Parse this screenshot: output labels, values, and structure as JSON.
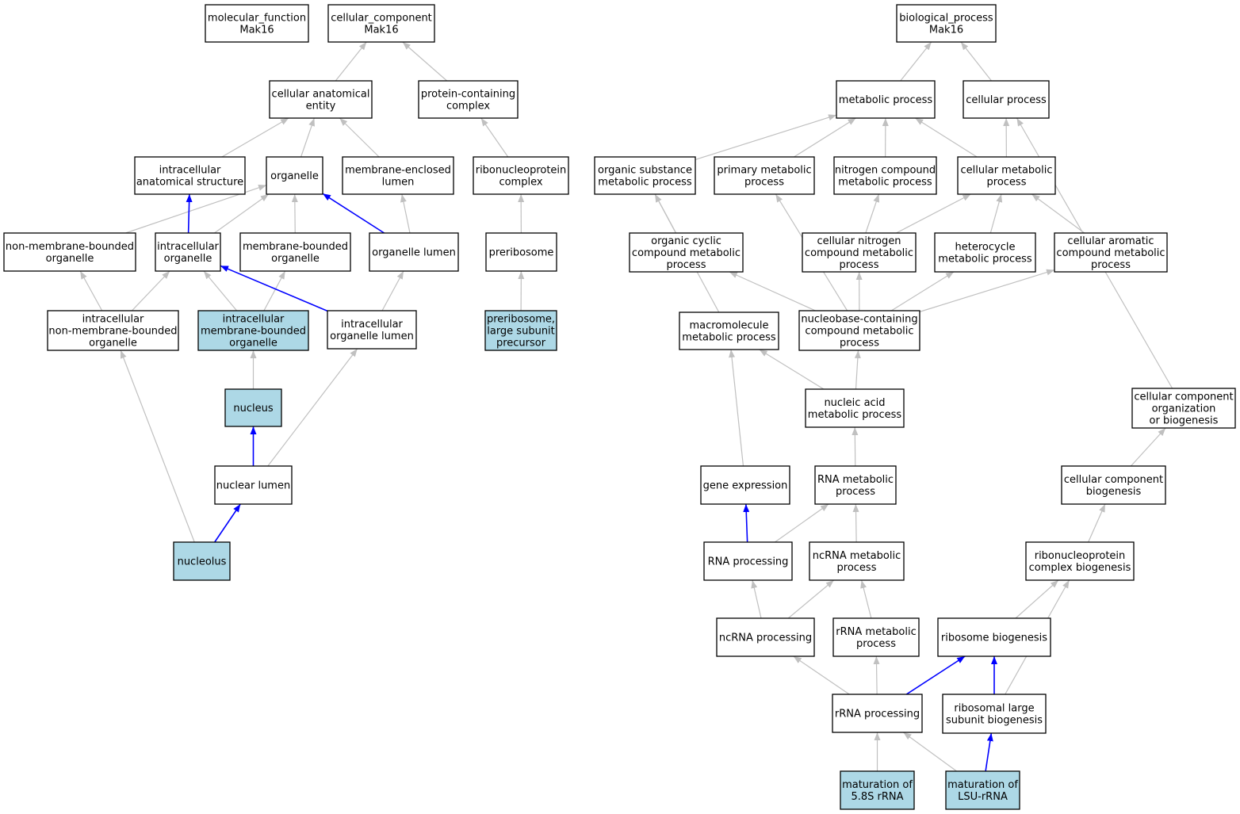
{
  "colors": {
    "node_fill": "#ffffff",
    "highlight_fill": "#add8e6",
    "edge_gray": "#c0c0c0",
    "edge_blue": "#0000ff"
  },
  "nodes": [
    {
      "id": "mf_root",
      "lines": [
        "molecular_function",
        "Mak16"
      ],
      "highlight": false
    },
    {
      "id": "cc_root",
      "lines": [
        "cellular_component",
        "Mak16"
      ],
      "highlight": false
    },
    {
      "id": "bp_root",
      "lines": [
        "biological_process",
        "Mak16"
      ],
      "highlight": false
    },
    {
      "id": "cellular_anatomical_entity",
      "lines": [
        "cellular anatomical",
        "entity"
      ],
      "highlight": false
    },
    {
      "id": "protein_containing_complex",
      "lines": [
        "protein-containing",
        "complex"
      ],
      "highlight": false
    },
    {
      "id": "intracellular_anatomical_structure",
      "lines": [
        "intracellular",
        "anatomical structure"
      ],
      "highlight": false
    },
    {
      "id": "organelle",
      "lines": [
        "organelle"
      ],
      "highlight": false
    },
    {
      "id": "membrane_enclosed_lumen",
      "lines": [
        "membrane-enclosed",
        "lumen"
      ],
      "highlight": false
    },
    {
      "id": "ribonucleoprotein_complex",
      "lines": [
        "ribonucleoprotein",
        "complex"
      ],
      "highlight": false
    },
    {
      "id": "non_membrane_bounded_organelle",
      "lines": [
        "non-membrane-bounded",
        "organelle"
      ],
      "highlight": false
    },
    {
      "id": "intracellular_organelle",
      "lines": [
        "intracellular",
        "organelle"
      ],
      "highlight": false
    },
    {
      "id": "membrane_bounded_organelle",
      "lines": [
        "membrane-bounded",
        "organelle"
      ],
      "highlight": false
    },
    {
      "id": "organelle_lumen",
      "lines": [
        "organelle lumen"
      ],
      "highlight": false
    },
    {
      "id": "preribosome",
      "lines": [
        "preribosome"
      ],
      "highlight": false
    },
    {
      "id": "intracellular_nmb_organelle",
      "lines": [
        "intracellular",
        "non-membrane-bounded",
        "organelle"
      ],
      "highlight": false
    },
    {
      "id": "intracellular_mb_organelle",
      "lines": [
        "intracellular",
        "membrane-bounded",
        "organelle"
      ],
      "highlight": true
    },
    {
      "id": "intracellular_organelle_lumen",
      "lines": [
        "intracellular",
        "organelle lumen"
      ],
      "highlight": false
    },
    {
      "id": "preribosome_lsu_precursor",
      "lines": [
        "preribosome,",
        "large subunit",
        "precursor"
      ],
      "highlight": true
    },
    {
      "id": "nucleus",
      "lines": [
        "nucleus"
      ],
      "highlight": true
    },
    {
      "id": "nuclear_lumen",
      "lines": [
        "nuclear lumen"
      ],
      "highlight": false
    },
    {
      "id": "nucleolus",
      "lines": [
        "nucleolus"
      ],
      "highlight": true
    },
    {
      "id": "metabolic_process",
      "lines": [
        "metabolic process"
      ],
      "highlight": false
    },
    {
      "id": "cellular_process",
      "lines": [
        "cellular process"
      ],
      "highlight": false
    },
    {
      "id": "organic_substance_metabolic_process",
      "lines": [
        "organic substance",
        "metabolic process"
      ],
      "highlight": false
    },
    {
      "id": "primary_metabolic_process",
      "lines": [
        "primary metabolic",
        "process"
      ],
      "highlight": false
    },
    {
      "id": "nitrogen_compound_metabolic_process",
      "lines": [
        "nitrogen compound",
        "metabolic process"
      ],
      "highlight": false
    },
    {
      "id": "cellular_metabolic_process",
      "lines": [
        "cellular metabolic",
        "process"
      ],
      "highlight": false
    },
    {
      "id": "organic_cyclic_compound_metabolic_process",
      "lines": [
        "organic cyclic",
        "compound metabolic",
        "process"
      ],
      "highlight": false
    },
    {
      "id": "cellular_nitrogen_compound_metabolic_process",
      "lines": [
        "cellular nitrogen",
        "compound metabolic",
        "process"
      ],
      "highlight": false
    },
    {
      "id": "heterocycle_metabolic_process",
      "lines": [
        "heterocycle",
        "metabolic process"
      ],
      "highlight": false
    },
    {
      "id": "cellular_aromatic_compound_metabolic_process",
      "lines": [
        "cellular aromatic",
        "compound metabolic",
        "process"
      ],
      "highlight": false
    },
    {
      "id": "macromolecule_metabolic_process",
      "lines": [
        "macromolecule",
        "metabolic process"
      ],
      "highlight": false
    },
    {
      "id": "nucleobase_containing_compound_metabolic_process",
      "lines": [
        "nucleobase-containing",
        "compound metabolic",
        "process"
      ],
      "highlight": false
    },
    {
      "id": "nucleic_acid_metabolic_process",
      "lines": [
        "nucleic acid",
        "metabolic process"
      ],
      "highlight": false
    },
    {
      "id": "cellular_component_organization_or_biogenesis",
      "lines": [
        "cellular component",
        "organization",
        "or biogenesis"
      ],
      "highlight": false
    },
    {
      "id": "gene_expression",
      "lines": [
        "gene expression"
      ],
      "highlight": false
    },
    {
      "id": "rna_metabolic_process",
      "lines": [
        "RNA metabolic",
        "process"
      ],
      "highlight": false
    },
    {
      "id": "cellular_component_biogenesis",
      "lines": [
        "cellular component",
        "biogenesis"
      ],
      "highlight": false
    },
    {
      "id": "rna_processing",
      "lines": [
        "RNA processing"
      ],
      "highlight": false
    },
    {
      "id": "ncrna_metabolic_process",
      "lines": [
        "ncRNA metabolic",
        "process"
      ],
      "highlight": false
    },
    {
      "id": "ribonucleoprotein_complex_biogenesis",
      "lines": [
        "ribonucleoprotein",
        "complex biogenesis"
      ],
      "highlight": false
    },
    {
      "id": "ncrna_processing",
      "lines": [
        "ncRNA processing"
      ],
      "highlight": false
    },
    {
      "id": "rrna_metabolic_process",
      "lines": [
        "rRNA metabolic",
        "process"
      ],
      "highlight": false
    },
    {
      "id": "ribosome_biogenesis",
      "lines": [
        "ribosome biogenesis"
      ],
      "highlight": false
    },
    {
      "id": "rrna_processing",
      "lines": [
        "rRNA processing"
      ],
      "highlight": false
    },
    {
      "id": "ribosomal_large_subunit_biogenesis",
      "lines": [
        "ribosomal large",
        "subunit biogenesis"
      ],
      "highlight": false
    },
    {
      "id": "maturation_of_5_8s_rrna",
      "lines": [
        "maturation of",
        "5.8S rRNA"
      ],
      "highlight": true
    },
    {
      "id": "maturation_of_lsu_rrna",
      "lines": [
        "maturation of",
        "LSU-rRNA"
      ],
      "highlight": true
    }
  ],
  "edges": [
    {
      "from": "cellular_anatomical_entity",
      "to": "cc_root",
      "type": "is_a"
    },
    {
      "from": "protein_containing_complex",
      "to": "cc_root",
      "type": "is_a"
    },
    {
      "from": "intracellular_anatomical_structure",
      "to": "cellular_anatomical_entity",
      "type": "is_a"
    },
    {
      "from": "organelle",
      "to": "cellular_anatomical_entity",
      "type": "is_a"
    },
    {
      "from": "membrane_enclosed_lumen",
      "to": "cellular_anatomical_entity",
      "type": "is_a"
    },
    {
      "from": "ribonucleoprotein_complex",
      "to": "protein_containing_complex",
      "type": "is_a"
    },
    {
      "from": "non_membrane_bounded_organelle",
      "to": "organelle",
      "type": "is_a"
    },
    {
      "from": "intracellular_organelle",
      "to": "organelle",
      "type": "is_a"
    },
    {
      "from": "intracellular_organelle",
      "to": "intracellular_anatomical_structure",
      "type": "part_of"
    },
    {
      "from": "membrane_bounded_organelle",
      "to": "organelle",
      "type": "is_a"
    },
    {
      "from": "organelle_lumen",
      "to": "membrane_enclosed_lumen",
      "type": "is_a"
    },
    {
      "from": "organelle_lumen",
      "to": "organelle",
      "type": "part_of"
    },
    {
      "from": "preribosome",
      "to": "ribonucleoprotein_complex",
      "type": "is_a"
    },
    {
      "from": "intracellular_nmb_organelle",
      "to": "non_membrane_bounded_organelle",
      "type": "is_a"
    },
    {
      "from": "intracellular_nmb_organelle",
      "to": "intracellular_organelle",
      "type": "is_a"
    },
    {
      "from": "intracellular_mb_organelle",
      "to": "intracellular_organelle",
      "type": "is_a"
    },
    {
      "from": "intracellular_mb_organelle",
      "to": "membrane_bounded_organelle",
      "type": "is_a"
    },
    {
      "from": "intracellular_organelle_lumen",
      "to": "organelle_lumen",
      "type": "is_a"
    },
    {
      "from": "intracellular_organelle_lumen",
      "to": "intracellular_organelle",
      "type": "part_of"
    },
    {
      "from": "preribosome_lsu_precursor",
      "to": "preribosome",
      "type": "is_a"
    },
    {
      "from": "nucleus",
      "to": "intracellular_mb_organelle",
      "type": "is_a"
    },
    {
      "from": "nuclear_lumen",
      "to": "nucleus",
      "type": "part_of"
    },
    {
      "from": "nuclear_lumen",
      "to": "intracellular_organelle_lumen",
      "type": "is_a"
    },
    {
      "from": "nucleolus",
      "to": "nuclear_lumen",
      "type": "part_of"
    },
    {
      "from": "nucleolus",
      "to": "intracellular_nmb_organelle",
      "type": "is_a"
    },
    {
      "from": "metabolic_process",
      "to": "bp_root",
      "type": "is_a"
    },
    {
      "from": "cellular_process",
      "to": "bp_root",
      "type": "is_a"
    },
    {
      "from": "organic_substance_metabolic_process",
      "to": "metabolic_process",
      "type": "is_a"
    },
    {
      "from": "primary_metabolic_process",
      "to": "metabolic_process",
      "type": "is_a"
    },
    {
      "from": "nitrogen_compound_metabolic_process",
      "to": "metabolic_process",
      "type": "is_a"
    },
    {
      "from": "cellular_metabolic_process",
      "to": "metabolic_process",
      "type": "is_a"
    },
    {
      "from": "cellular_metabolic_process",
      "to": "cellular_process",
      "type": "is_a"
    },
    {
      "from": "organic_cyclic_compound_metabolic_process",
      "to": "organic_substance_metabolic_process",
      "type": "is_a"
    },
    {
      "from": "cellular_nitrogen_compound_metabolic_process",
      "to": "nitrogen_compound_metabolic_process",
      "type": "is_a"
    },
    {
      "from": "cellular_nitrogen_compound_metabolic_process",
      "to": "cellular_metabolic_process",
      "type": "is_a"
    },
    {
      "from": "heterocycle_metabolic_process",
      "to": "cellular_metabolic_process",
      "type": "is_a"
    },
    {
      "from": "cellular_aromatic_compound_metabolic_process",
      "to": "cellular_metabolic_process",
      "type": "is_a"
    },
    {
      "from": "macromolecule_metabolic_process",
      "to": "organic_substance_metabolic_process",
      "type": "is_a"
    },
    {
      "from": "nucleobase_containing_compound_metabolic_process",
      "to": "organic_cyclic_compound_metabolic_process",
      "type": "is_a"
    },
    {
      "from": "nucleobase_containing_compound_metabolic_process",
      "to": "primary_metabolic_process",
      "type": "is_a"
    },
    {
      "from": "nucleobase_containing_compound_metabolic_process",
      "to": "cellular_nitrogen_compound_metabolic_process",
      "type": "is_a"
    },
    {
      "from": "nucleobase_containing_compound_metabolic_process",
      "to": "heterocycle_metabolic_process",
      "type": "is_a"
    },
    {
      "from": "nucleobase_containing_compound_metabolic_process",
      "to": "cellular_aromatic_compound_metabolic_process",
      "type": "is_a"
    },
    {
      "from": "nucleic_acid_metabolic_process",
      "to": "macromolecule_metabolic_process",
      "type": "is_a"
    },
    {
      "from": "nucleic_acid_metabolic_process",
      "to": "nucleobase_containing_compound_metabolic_process",
      "type": "is_a"
    },
    {
      "from": "cellular_component_organization_or_biogenesis",
      "to": "cellular_process",
      "type": "is_a"
    },
    {
      "from": "gene_expression",
      "to": "macromolecule_metabolic_process",
      "type": "is_a"
    },
    {
      "from": "rna_metabolic_process",
      "to": "nucleic_acid_metabolic_process",
      "type": "is_a"
    },
    {
      "from": "cellular_component_biogenesis",
      "to": "cellular_component_organization_or_biogenesis",
      "type": "is_a"
    },
    {
      "from": "rna_processing",
      "to": "gene_expression",
      "type": "part_of"
    },
    {
      "from": "rna_processing",
      "to": "rna_metabolic_process",
      "type": "is_a"
    },
    {
      "from": "ncrna_metabolic_process",
      "to": "rna_metabolic_process",
      "type": "is_a"
    },
    {
      "from": "ribonucleoprotein_complex_biogenesis",
      "to": "cellular_component_biogenesis",
      "type": "is_a"
    },
    {
      "from": "ncrna_processing",
      "to": "rna_processing",
      "type": "is_a"
    },
    {
      "from": "ncrna_processing",
      "to": "ncrna_metabolic_process",
      "type": "is_a"
    },
    {
      "from": "rrna_metabolic_process",
      "to": "ncrna_metabolic_process",
      "type": "is_a"
    },
    {
      "from": "ribosome_biogenesis",
      "to": "ribonucleoprotein_complex_biogenesis",
      "type": "is_a"
    },
    {
      "from": "rrna_processing",
      "to": "ncrna_processing",
      "type": "is_a"
    },
    {
      "from": "rrna_processing",
      "to": "rrna_metabolic_process",
      "type": "is_a"
    },
    {
      "from": "rrna_processing",
      "to": "ribosome_biogenesis",
      "type": "part_of"
    },
    {
      "from": "ribosomal_large_subunit_biogenesis",
      "to": "ribosome_biogenesis",
      "type": "part_of"
    },
    {
      "from": "ribosomal_large_subunit_biogenesis",
      "to": "ribonucleoprotein_complex_biogenesis",
      "type": "is_a"
    },
    {
      "from": "maturation_of_5_8s_rrna",
      "to": "rrna_processing",
      "type": "is_a"
    },
    {
      "from": "maturation_of_lsu_rrna",
      "to": "rrna_processing",
      "type": "is_a"
    },
    {
      "from": "maturation_of_lsu_rrna",
      "to": "ribosomal_large_subunit_biogenesis",
      "type": "part_of"
    }
  ]
}
